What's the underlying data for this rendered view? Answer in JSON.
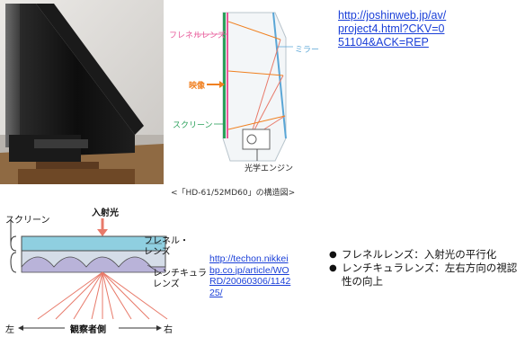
{
  "structure_diagram": {
    "label_fresnel": "フレネルレンズ",
    "label_mirror": "ミラー",
    "label_image": "映像",
    "label_screen": "スクリーン",
    "label_engine": "光学エンジン",
    "caption": "<「HD-61/52MD60」の構造図>"
  },
  "link_top": {
    "text": "http://joshinweb.jp/av/project4.html?CKV=051104&ACK=REP",
    "lines": [
      "http://joshinweb.jp/av/",
      "project4.html?CKV=0",
      "51104&ACK=REP"
    ]
  },
  "lens_diagram": {
    "label_screen": "スクリーン",
    "label_incident": "入射光",
    "label_fresnel": "フレネル・",
    "label_fresnel2": "レンズ",
    "label_lenticular": "レンチキュラ",
    "label_lenticular2": "レンズ",
    "label_left": "左",
    "label_viewer": "観察者側",
    "label_right": "右"
  },
  "link_bottom": {
    "text": "http://techon.nikkeibp.co.jp/article/WORD/20060306/114225/",
    "lines": [
      "http://techon.nikkei",
      "bp.co.jp/article/WO",
      "RD/20060306/1142",
      "25/"
    ]
  },
  "bullets": [
    {
      "text": "フレネルレンズ：入射光の平行化"
    },
    {
      "text": "レンチキュラレンズ：左右方向の視認性の向上"
    }
  ],
  "colors": {
    "link": "#1a3fd8",
    "fresnel_pink": "#e85a9a",
    "mirror_blue": "#5aa6d6",
    "image_orange": "#f08020",
    "screen_green": "#2aa05a",
    "ray_salmon": "#e87a6a"
  }
}
